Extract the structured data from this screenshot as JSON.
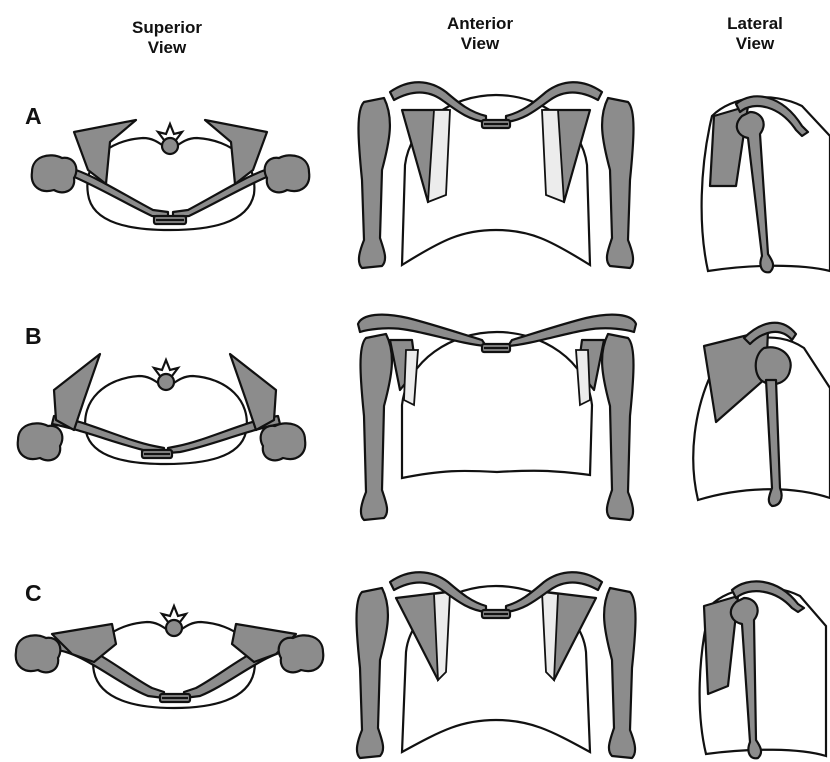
{
  "columns": {
    "superior": {
      "line1": "Superior",
      "line2": "View"
    },
    "anterior": {
      "line1": "Anterior",
      "line2": "View"
    },
    "lateral": {
      "line1": "Lateral",
      "line2": "View"
    }
  },
  "rows": [
    {
      "label": "A"
    },
    {
      "label": "B"
    },
    {
      "label": "C"
    }
  ],
  "colors": {
    "bone": "#8c8c8c",
    "scapula_light": "#ececec",
    "outline": "#111111"
  }
}
